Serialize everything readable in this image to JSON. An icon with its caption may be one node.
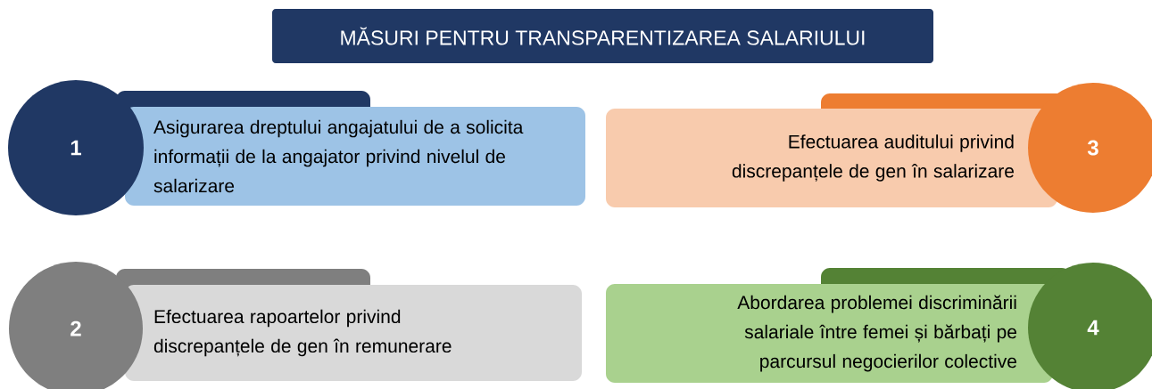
{
  "diagram": {
    "title": "MĂSURI PENTRU TRANSPARENTIZAREA SALARIULUI",
    "nodes": [
      {
        "text": [
          "1"
        ]
      },
      {
        "text": [
          "Asigurarea dreptului angajatului de a solicita informații de la angajator privind nivelul de salarizare"
        ]
      },
      {
        "text": [
          "Efectuarea auditului privind discrepanțele de gen în salarizare"
        ]
      },
      {
        "text": [
          "3"
        ]
      },
      {
        "text": [
          "2"
        ]
      },
      {
        "text": [
          "Efectuarea rapoartelor privind discrepanțele de gen în remunerare"
        ]
      },
      {
        "text": [
          "Abordarea problemei discriminării salariale între femei și bărbați pe parcursul negocierilor colective"
        ]
      },
      {
        "text": [
          "4"
        ]
      }
    ]
  }
}
